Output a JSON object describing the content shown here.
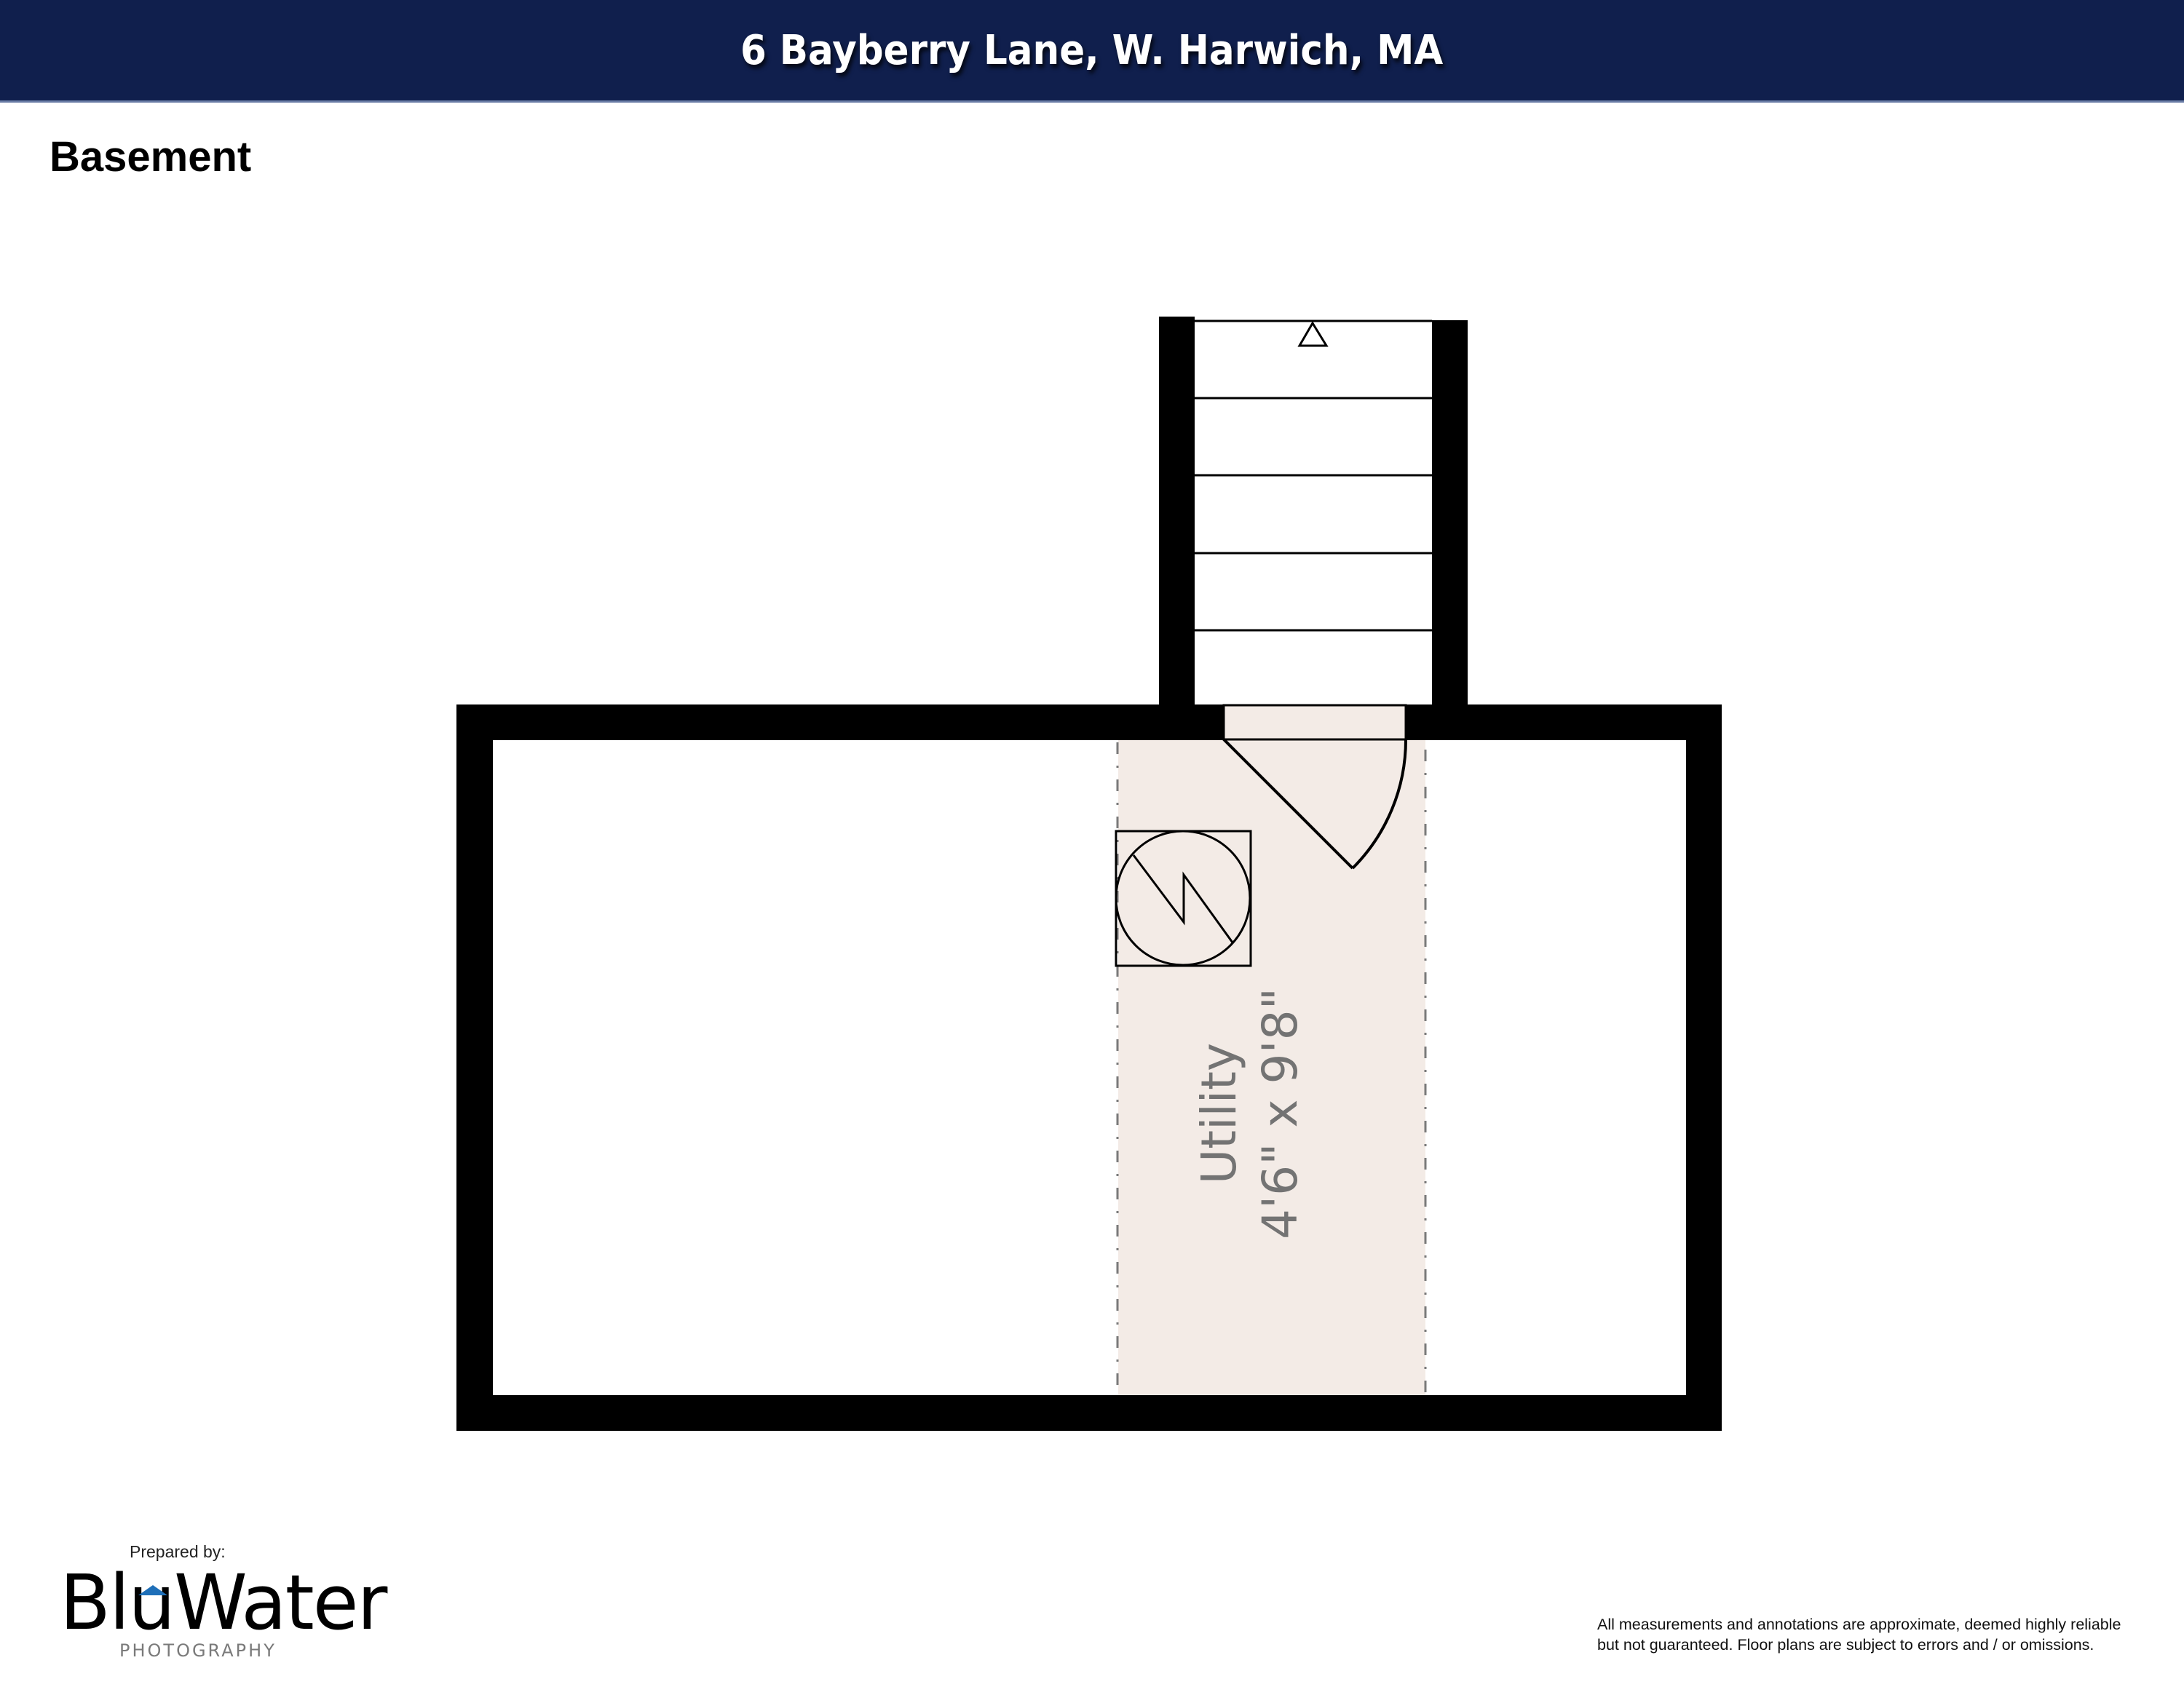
{
  "header": {
    "title": "6 Bayberry Lane, W. Harwich, MA",
    "background_color": "#101f4d",
    "text_color": "#ffffff"
  },
  "floor": {
    "label": "Basement"
  },
  "floor_plan": {
    "wall_color": "#000000",
    "room_fill_color": "#f3ebe6",
    "rooms": [
      {
        "name": "Utility",
        "dimensions": "4'6\" x 9'8\""
      }
    ],
    "stairs": {
      "direction": "up",
      "steps": 5,
      "icon": "up-arrow-triangle-icon"
    },
    "fixtures": [
      {
        "type": "water-heater-icon"
      }
    ],
    "doors": [
      {
        "type": "swing-door-icon"
      }
    ]
  },
  "footer": {
    "prepared_by_label": "Prepared by:",
    "logo": {
      "name": "BluWater",
      "subtitle": "PHOTOGRAPHY",
      "accent_color": "#1e6fb8"
    },
    "disclaimer_line1": "All measurements and annotations are approximate, deemed highly reliable",
    "disclaimer_line2": "but not guaranteed. Floor plans are subject to errors and / or omissions."
  }
}
